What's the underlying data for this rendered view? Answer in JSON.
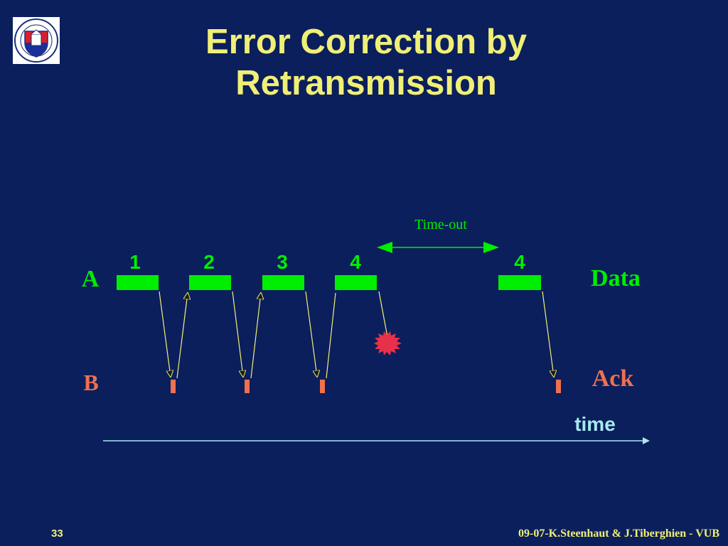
{
  "title": {
    "line1": "Error Correction by",
    "line2": "Retransmission"
  },
  "diagram": {
    "sender_label": "A",
    "receiver_label": "B",
    "data_label": "Data",
    "ack_label": "Ack",
    "timeout_label": "Time-out",
    "time_label": "time",
    "frames": [
      "1",
      "2",
      "3",
      "4",
      "4"
    ]
  },
  "footer": {
    "page_number": "33",
    "credit": "09-07-K.Steenhaut & J.Tiberghien - VUB"
  },
  "colors": {
    "background": "#0b1f5c",
    "title": "#f0ef76",
    "frame": "#00ee00",
    "ack": "#f07050",
    "arrow": "#f0ef76",
    "time_axis": "#a8e8f0",
    "loss_burst": "#e8304a"
  }
}
